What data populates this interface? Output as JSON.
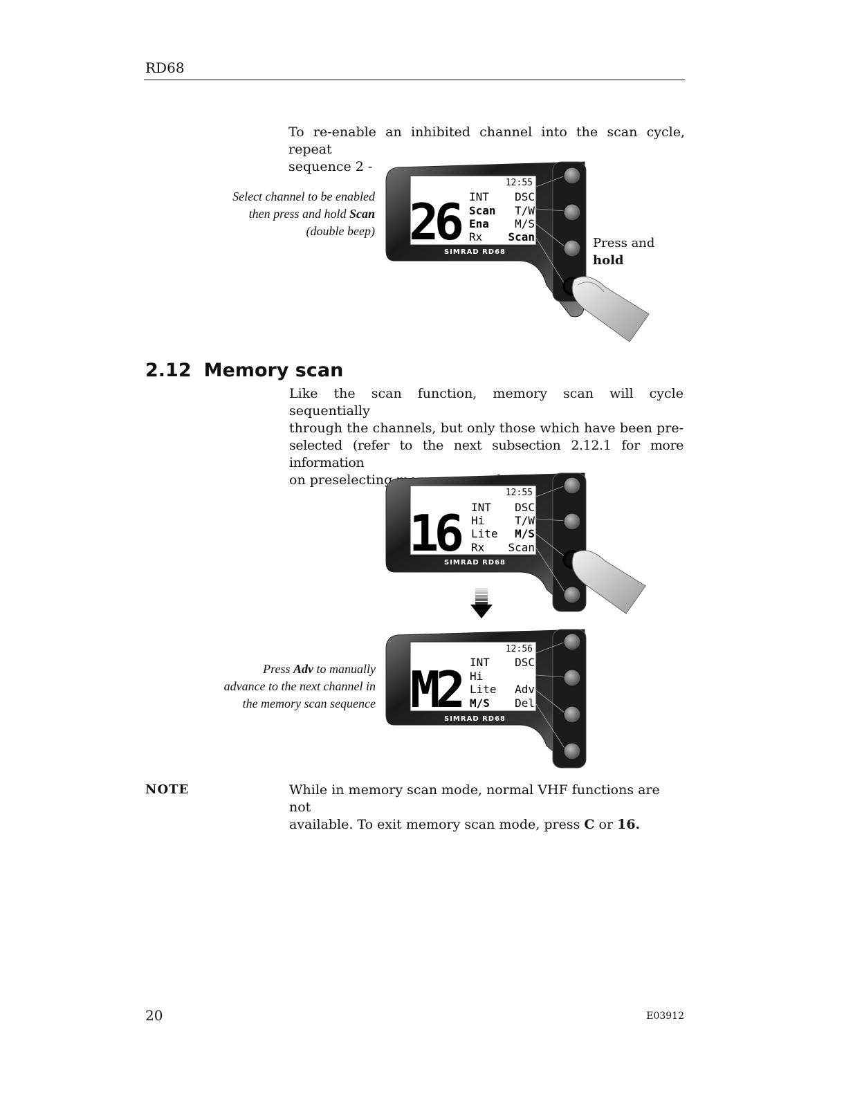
{
  "header": {
    "title": "RD68"
  },
  "intro": {
    "line1": "To re-enable an inhibited channel into the scan cycle, repeat",
    "line2": "sequence 2 -"
  },
  "figure1": {
    "caption": {
      "line1": "Select channel to be enabled",
      "line2_prefix": "then press and hold ",
      "line2_bold": "Scan",
      "line3": "(double beep)"
    },
    "side_label": {
      "line1": "Press and",
      "line2": "hold"
    },
    "display": {
      "time": "12:55",
      "channel": "26",
      "left": [
        "INT",
        "Scan",
        "Ena",
        "Rx"
      ],
      "right": [
        "DSC",
        "T/W",
        "M/S",
        "Scan"
      ],
      "brand": "SIMRAD RD68"
    }
  },
  "section": {
    "number": "2.12",
    "title": "Memory scan",
    "para": [
      "Like the scan function, memory scan will cycle sequentially",
      "through the channels, but only those which have been pre-",
      "selected (refer to the next subsection 2.12.1 for more information",
      "on preselecting memory scan channels)."
    ]
  },
  "figure2": {
    "display_top": {
      "time": "12:55",
      "channel": "16",
      "left": [
        "INT",
        "Hi",
        "Lite",
        "Rx"
      ],
      "right": [
        "DSC",
        "T/W",
        "M/S",
        "Scan"
      ],
      "brand": "SIMRAD RD68"
    },
    "display_bottom": {
      "time": "12:56",
      "channel": "M2",
      "left": [
        "INT",
        "Hi",
        "Lite",
        "M/S"
      ],
      "right": [
        "DSC",
        "",
        "Adv",
        "Del"
      ],
      "brand": "SIMRAD RD68"
    },
    "caption": {
      "line1_prefix": "Press ",
      "line1_bold": "Adv",
      "line1_suffix": " to manually",
      "line2": "advance to the next channel in",
      "line3": "the memory scan sequence"
    }
  },
  "note": {
    "label": "NOTE",
    "line1": "While in memory scan mode, normal VHF functions are not",
    "line2_prefix": "available.  To exit memory scan mode, press ",
    "key1": "C",
    "or": " or ",
    "key2": "16."
  },
  "footer": {
    "page": "20",
    "code": "E03912"
  }
}
